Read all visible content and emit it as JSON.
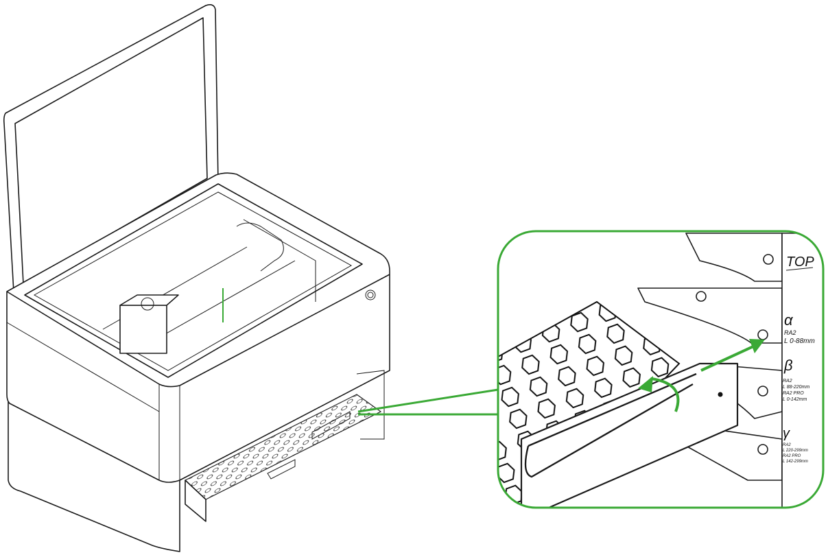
{
  "colors": {
    "accent": "#3aa935",
    "line": "#1a1a1a"
  },
  "inset_labels": {
    "top": "TOP",
    "alpha": {
      "symbol": "α",
      "model": "RA2",
      "range": "L 0-88mm"
    },
    "beta": {
      "symbol": "β",
      "model1": "RA2",
      "range1": "L 88-220mm",
      "model2": "RA2 PRO",
      "range2": "L 0-142mm"
    },
    "gamma": {
      "symbol": "γ",
      "model1": "RA2",
      "range1": "L 220-299mm",
      "model2": "RA2 PRO",
      "range2": "L 142-299mm"
    }
  }
}
